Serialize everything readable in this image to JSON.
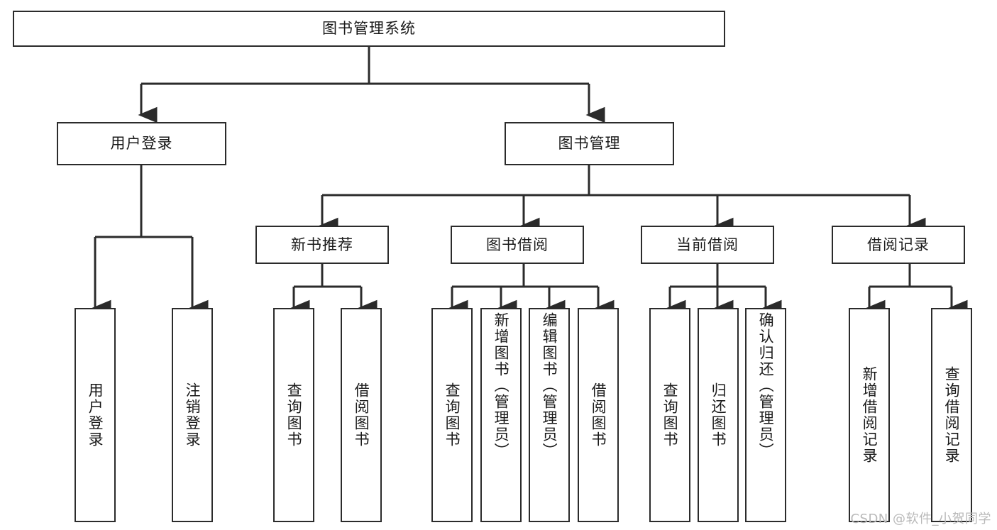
{
  "diagram": {
    "type": "tree-hierarchy-flowchart",
    "title": "图书管理系统",
    "root": {
      "id": "root",
      "label": "图书管理系统",
      "orientation": "horizontal"
    },
    "level2": [
      {
        "id": "user-login",
        "label": "用户登录",
        "orientation": "horizontal"
      },
      {
        "id": "book-management",
        "label": "图书管理",
        "orientation": "horizontal"
      }
    ],
    "level3": [
      {
        "id": "new-book-recommend",
        "label": "新书推荐",
        "orientation": "horizontal",
        "parent": "book-management"
      },
      {
        "id": "book-borrow",
        "label": "图书借阅",
        "orientation": "horizontal",
        "parent": "book-management"
      },
      {
        "id": "current-borrow",
        "label": "当前借阅",
        "orientation": "horizontal",
        "parent": "book-management"
      },
      {
        "id": "borrow-record",
        "label": "借阅记录",
        "orientation": "horizontal",
        "parent": "book-management"
      }
    ],
    "leaves": [
      {
        "id": "leaf-user-login",
        "label": "用户登录",
        "orientation": "vertical",
        "parent": "user-login"
      },
      {
        "id": "leaf-user-logout",
        "label": "注销登录",
        "orientation": "vertical",
        "parent": "user-login"
      },
      {
        "id": "leaf-query-book-1",
        "label": "查询图书",
        "orientation": "vertical",
        "parent": "new-book-recommend"
      },
      {
        "id": "leaf-borrow-book-1",
        "label": "借阅图书",
        "orientation": "vertical",
        "parent": "new-book-recommend"
      },
      {
        "id": "leaf-query-book-2",
        "label": "查询图书",
        "orientation": "vertical",
        "parent": "book-borrow"
      },
      {
        "id": "leaf-add-book",
        "label": "新增图书（管理员）",
        "orientation": "vertical",
        "parent": "book-borrow"
      },
      {
        "id": "leaf-edit-book",
        "label": "编辑图书（管理员）",
        "orientation": "vertical",
        "parent": "book-borrow"
      },
      {
        "id": "leaf-borrow-book-2",
        "label": "借阅图书",
        "orientation": "vertical",
        "parent": "book-borrow"
      },
      {
        "id": "leaf-query-book-3",
        "label": "查询图书",
        "orientation": "vertical",
        "parent": "current-borrow"
      },
      {
        "id": "leaf-return-book",
        "label": "归还图书",
        "orientation": "vertical",
        "parent": "current-borrow"
      },
      {
        "id": "leaf-confirm-return",
        "label": "确认归还（管理员）",
        "orientation": "vertical",
        "parent": "current-borrow"
      },
      {
        "id": "leaf-add-record",
        "label": "新增借阅记录",
        "orientation": "vertical",
        "parent": "borrow-record"
      },
      {
        "id": "leaf-query-record",
        "label": "查询借阅记录",
        "orientation": "vertical",
        "parent": "borrow-record"
      }
    ],
    "watermark": "CSDN @软件_小贺同学",
    "colors": {
      "stroke": "#2b2b2b",
      "box_fill": "#ffffff",
      "text": "#1a1a1a",
      "background": "#ffffff",
      "watermark": "#b9b9b9"
    }
  }
}
